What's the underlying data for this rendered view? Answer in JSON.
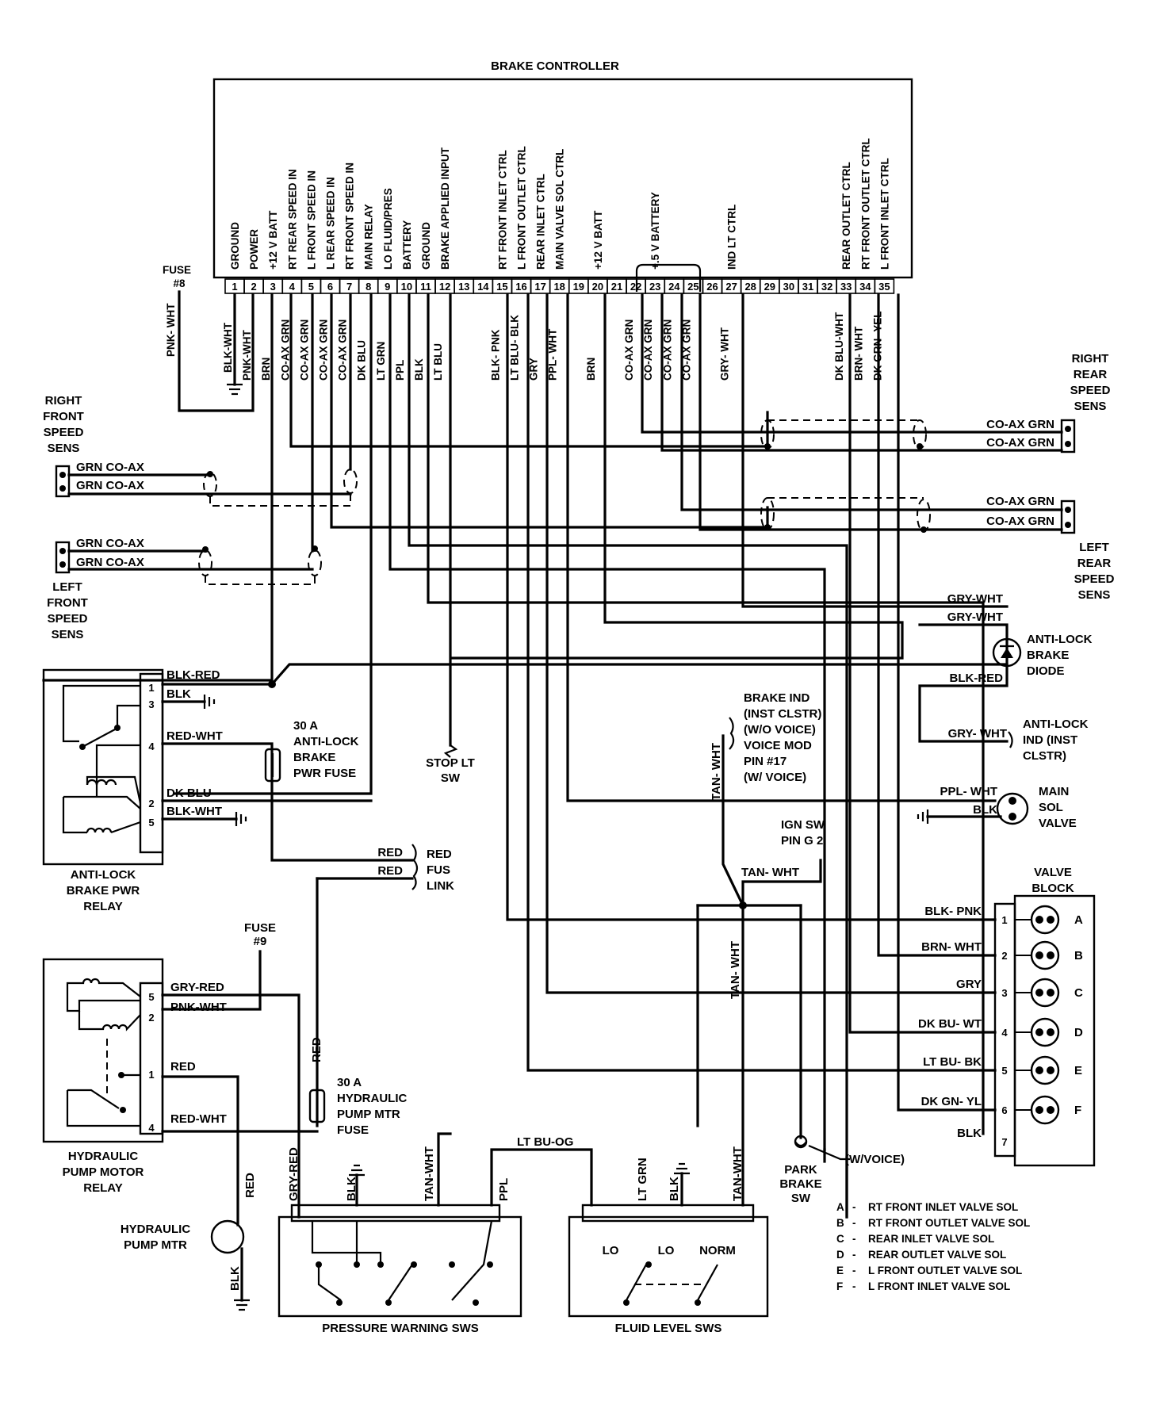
{
  "controller": {
    "title": "BRAKE CONTROLLER",
    "functions": [
      {
        "pin": 1,
        "label": "GROUND"
      },
      {
        "pin": 2,
        "label": "POWER"
      },
      {
        "pin": 3,
        "label": "+12 V BATT"
      },
      {
        "pin": 4,
        "label": "RT REAR SPEED IN"
      },
      {
        "pin": 5,
        "label": "L FRONT SPEED IN"
      },
      {
        "pin": 6,
        "label": "L REAR SPEED IN"
      },
      {
        "pin": 7,
        "label": "RT FRONT SPEED IN"
      },
      {
        "pin": 8,
        "label": "MAIN RELAY"
      },
      {
        "pin": 9,
        "label": "LO FLUID/PRES"
      },
      {
        "pin": 10,
        "label": "BATTERY"
      },
      {
        "pin": 11,
        "label": "GROUND"
      },
      {
        "pin": 12,
        "label": "BRAKE APPLIED INPUT"
      },
      {
        "pin": 15,
        "label": "RT FRONT INLET CTRL"
      },
      {
        "pin": 16,
        "label": "L FRONT OUTLET CTRL"
      },
      {
        "pin": 17,
        "label": "REAR INLET CTRL"
      },
      {
        "pin": 18,
        "label": "MAIN VALVE SOL CTRL"
      },
      {
        "pin": 20,
        "label": "+12 V BATT"
      },
      {
        "pin": 23,
        "label": "+.5 V BATTERY"
      },
      {
        "pin": 27,
        "label": "IND LT CTRL"
      },
      {
        "pin": 33,
        "label": "REAR OUTLET CTRL"
      },
      {
        "pin": 34,
        "label": "RT FRONT OUTLET CTRL"
      },
      {
        "pin": 35,
        "label": "L FRONT INLET CTRL"
      }
    ],
    "pin_numbers": [
      "1",
      "2",
      "3",
      "4",
      "5",
      "6",
      "7",
      "8",
      "9",
      "10",
      "11",
      "12",
      "13",
      "14",
      "15",
      "16",
      "17",
      "18",
      "19",
      "20",
      "21",
      "22",
      "23",
      "24",
      "25",
      "26",
      "27",
      "28",
      "29",
      "30",
      "31",
      "32",
      "33",
      "34",
      "35"
    ],
    "wires": [
      {
        "pin": 1,
        "color": "BLK-WHT"
      },
      {
        "pin": 2,
        "color": "PNK-WHT"
      },
      {
        "pin": 3,
        "color": "BRN"
      },
      {
        "pin": 4,
        "color": "CO-AX GRN"
      },
      {
        "pin": 5,
        "color": "CO-AX GRN"
      },
      {
        "pin": 6,
        "color": "CO-AX GRN"
      },
      {
        "pin": 7,
        "color": "CO-AX GRN"
      },
      {
        "pin": 8,
        "color": "DK BLU"
      },
      {
        "pin": 9,
        "color": "LT GRN"
      },
      {
        "pin": 10,
        "color": "PPL"
      },
      {
        "pin": 11,
        "color": "BLK"
      },
      {
        "pin": 12,
        "color": "LT BLU"
      },
      {
        "pin": 15,
        "color": "BLK- PNK"
      },
      {
        "pin": 16,
        "color": "LT BLU- BLK"
      },
      {
        "pin": 17,
        "color": "GRY"
      },
      {
        "pin": 18,
        "color": "PPL- WHT"
      },
      {
        "pin": 20,
        "color": "BRN"
      },
      {
        "pin": 22,
        "color": "CO-AX GRN"
      },
      {
        "pin": 23,
        "color": "CO-AX GRN"
      },
      {
        "pin": 24,
        "color": "CO-AX GRN"
      },
      {
        "pin": 25,
        "color": "CO-AX GRN"
      },
      {
        "pin": 27,
        "color": "GRY- WHT"
      },
      {
        "pin": 33,
        "color": "DK BLU-WHT"
      },
      {
        "pin": 34,
        "color": "BRN- WHT"
      },
      {
        "pin": 35,
        "color": "DK GRN- YEL"
      }
    ]
  },
  "fuse8": {
    "label": "FUSE",
    "num": "#8",
    "wire": "PNK- WHT"
  },
  "fuse9": {
    "label": "FUSE",
    "num": "#9"
  },
  "rf_sensor": {
    "l1": "RIGHT",
    "l2": "FRONT",
    "l3": "SPEED",
    "l4": "SENS",
    "w1": "GRN CO-AX",
    "w2": "GRN CO-AX"
  },
  "lf_sensor": {
    "l1": "LEFT",
    "l2": "FRONT",
    "l3": "SPEED",
    "l4": "SENS",
    "w1": "GRN CO-AX",
    "w2": "GRN CO-AX"
  },
  "rr_sensor": {
    "l1": "RIGHT",
    "l2": "REAR",
    "l3": "SPEED",
    "l4": "SENS",
    "w1": "CO-AX GRN",
    "w2": "CO-AX GRN"
  },
  "lr_sensor": {
    "l1": "LEFT",
    "l2": "REAR",
    "l3": "SPEED",
    "l4": "SENS",
    "w1": "CO-AX GRN",
    "w2": "CO-AX GRN"
  },
  "abs_relay": {
    "l1": "ANTI-LOCK",
    "l2": "BRAKE PWR",
    "l3": "RELAY",
    "pins": [
      "1",
      "3",
      "4",
      "2",
      "5"
    ],
    "wires": [
      "BLK-RED",
      "BLK",
      "RED-WHT",
      "DK BLU",
      "BLK-WHT"
    ]
  },
  "abs_fuse": {
    "l1": "30 A",
    "l2": "ANTI-LOCK",
    "l3": "BRAKE",
    "l4": "PWR FUSE"
  },
  "stop_sw": {
    "l1": "STOP LT",
    "l2": "SW"
  },
  "red_link": {
    "w1": "RED",
    "w2": "RED",
    "l1": "RED",
    "l2": "FUS",
    "l3": "LINK"
  },
  "brake_ind": {
    "l1": "BRAKE IND",
    "l2": "(INST CLSTR)",
    "l3": "(W/O VOICE)",
    "l4": "VOICE MOD",
    "l5": "PIN #17",
    "l6": "(W/ VOICE)",
    "wire": "TAN- WHT"
  },
  "ign_sw": {
    "l1": "IGN SW",
    "l2": "PIN G 2",
    "wire": "TAN- WHT"
  },
  "diode": {
    "w1": "GRY-WHT",
    "w2": "GRY-WHT",
    "w3": "BLK-RED",
    "l1": "ANTI-LOCK",
    "l2": "BRAKE",
    "l3": "DIODE"
  },
  "abs_ind": {
    "wire": "GRY- WHT",
    "l1": "ANTI-LOCK",
    "l2": "IND (INST",
    "l3": "CLSTR)"
  },
  "main_sol": {
    "w1": "PPL- WHT",
    "w2": "BLK",
    "l1": "MAIN",
    "l2": "SOL",
    "l3": "VALVE"
  },
  "valve_block": {
    "title1": "VALVE",
    "title2": "BLOCK",
    "rows": [
      {
        "pin": "1",
        "wire": "BLK- PNK",
        "letter": "A"
      },
      {
        "pin": "2",
        "wire": "BRN- WHT",
        "letter": "B"
      },
      {
        "pin": "3",
        "wire": "GRY",
        "letter": "C"
      },
      {
        "pin": "4",
        "wire": "DK BU- WT",
        "letter": "D"
      },
      {
        "pin": "5",
        "wire": "LT BU- BK",
        "letter": "E"
      },
      {
        "pin": "6",
        "wire": "DK GN- YL",
        "letter": "F"
      },
      {
        "pin": "7",
        "wire": "BLK",
        "letter": ""
      }
    ]
  },
  "legend": [
    {
      "k": "A",
      "v": "RT FRONT INLET VALVE SOL"
    },
    {
      "k": "B",
      "v": "RT FRONT OUTLET VALVE SOL"
    },
    {
      "k": "C",
      "v": "REAR INLET VALVE SOL"
    },
    {
      "k": "D",
      "v": "REAR OUTLET VALVE SOL"
    },
    {
      "k": "E",
      "v": "L FRONT OUTLET VALVE SOL"
    },
    {
      "k": "F",
      "v": "L FRONT INLET VALVE SOL"
    }
  ],
  "pump_relay": {
    "l1": "HYDRAULIC",
    "l2": "PUMP MOTOR",
    "l3": "RELAY",
    "pins": [
      "5",
      "2",
      "1",
      "4"
    ],
    "wires": [
      "GRY-RED",
      "PNK-WHT",
      "RED",
      "RED-WHT"
    ]
  },
  "pump_fuse": {
    "l1": "30 A",
    "l2": "HYDRAULIC",
    "l3": "PUMP MTR",
    "l4": "FUSE",
    "wire": "RED"
  },
  "pump_mtr": {
    "l1": "HYDRAULIC",
    "l2": "PUMP MTR",
    "w1": "RED",
    "w2": "BLK"
  },
  "pressure_sws": {
    "title": "PRESSURE WARNING SWS",
    "w1": "GRY-RED",
    "w2": "BLK",
    "w3": "TAN-WHT",
    "w4": "PPL"
  },
  "fluid_sws": {
    "title": "FLUID LEVEL SWS",
    "w1": "LT GRN",
    "w2": "BLK",
    "w3": "TAN-WHT",
    "s1": "LO",
    "s2": "LO",
    "s3": "NORM"
  },
  "lt_bu_og": "LT BU-OG",
  "tan_wht_v": "TAN- WHT",
  "park_sw": {
    "l1": "PARK",
    "l2": "BRAKE",
    "l3": "SW",
    "note": "(W/VOICE)"
  }
}
